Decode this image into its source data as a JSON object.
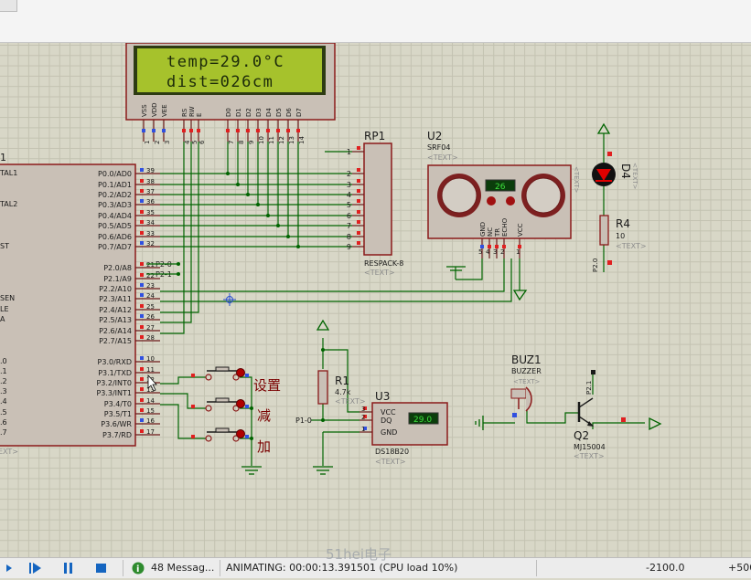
{
  "lcd": {
    "line1": "temp=29.0°C",
    "line2": "dist=026cm",
    "pins": [
      "VSS",
      "VDD",
      "VEE",
      "RS",
      "RW",
      "E",
      "D0",
      "D1",
      "D2",
      "D3",
      "D4",
      "D5",
      "D6",
      "D7"
    ],
    "pin_numbers": [
      "1",
      "2",
      "3",
      "4",
      "5",
      "6",
      "7",
      "8",
      "9",
      "10",
      "11",
      "12",
      "13",
      "14"
    ]
  },
  "mcu": {
    "ref_fragment": "1",
    "text": "EXT>",
    "left_pins": [
      {
        "label": "TAL1"
      },
      {
        "label": "TAL2"
      },
      {
        "label": "ST"
      },
      {
        "label": "SEN"
      },
      {
        "label": "LE"
      },
      {
        "label": "A"
      },
      {
        "label": ".0"
      },
      {
        "label": ".1"
      },
      {
        "label": ".2"
      },
      {
        "label": ".3"
      },
      {
        "label": ".4"
      },
      {
        "label": ".5"
      },
      {
        "label": ".6"
      },
      {
        "label": ".7"
      }
    ],
    "right_pins": [
      {
        "label": "P0.0/AD0",
        "num": "39"
      },
      {
        "label": "P0.1/AD1",
        "num": "38"
      },
      {
        "label": "P0.2/AD2",
        "num": "37"
      },
      {
        "label": "P0.3/AD3",
        "num": "36"
      },
      {
        "label": "P0.4/AD4",
        "num": "35"
      },
      {
        "label": "P0.5/AD5",
        "num": "34"
      },
      {
        "label": "P0.6/AD6",
        "num": "33"
      },
      {
        "label": "P0.7/AD7",
        "num": "32"
      },
      {
        "label": "P2.0/A8",
        "num": "21"
      },
      {
        "label": "P2.1/A9",
        "num": "22"
      },
      {
        "label": "P2.2/A10",
        "num": "23"
      },
      {
        "label": "P2.3/A11",
        "num": "24"
      },
      {
        "label": "P2.4/A12",
        "num": "25"
      },
      {
        "label": "P2.5/A13",
        "num": "26"
      },
      {
        "label": "P2.6/A14",
        "num": "27"
      },
      {
        "label": "P2.7/A15",
        "num": "28"
      },
      {
        "label": "P3.0/RXD",
        "num": "10"
      },
      {
        "label": "P3.1/TXD",
        "num": "11"
      },
      {
        "label": "P3.2/INT0",
        "num": "12"
      },
      {
        "label": "P3.3/INT1",
        "num": "13"
      },
      {
        "label": "P3.4/T0",
        "num": "14"
      },
      {
        "label": "P3.5/T1",
        "num": "15"
      },
      {
        "label": "P3.6/WR",
        "num": "16"
      },
      {
        "label": "P3.7/RD",
        "num": "17"
      }
    ],
    "net_p20": "P2-0",
    "net_p21": "P2-1"
  },
  "rp1": {
    "ref": "RP1",
    "type": "RESPACK-8",
    "text": "<TEXT>",
    "pins": [
      "1",
      "2",
      "3",
      "4",
      "5",
      "6",
      "7",
      "8",
      "9"
    ]
  },
  "u2": {
    "ref": "U2",
    "type": "SRF04",
    "text": "<TEXT>",
    "display": "26",
    "pins": [
      "GND",
      "NC",
      "TR",
      "ECHO",
      "VCC"
    ],
    "pin_numbers": [
      "5",
      "4",
      "3",
      "2",
      "1"
    ]
  },
  "d4": {
    "ref": "D4",
    "text": "<TEXT>",
    "pin_label": "P2.0"
  },
  "r4": {
    "ref": "R4",
    "value": "10",
    "text": "<TEXT>"
  },
  "r1": {
    "ref": "R1",
    "value": "4.7k",
    "text": "<TEXT>"
  },
  "u3": {
    "ref": "U3",
    "type": "DS18B20",
    "text": "<TEXT>",
    "display": "29.0",
    "pins": [
      "VCC",
      "DQ",
      "GND"
    ],
    "pin_numbers": [
      "3",
      "2",
      "1"
    ],
    "net": "P1-0"
  },
  "buz1": {
    "ref": "BUZ1",
    "type": "BUZZER",
    "text": "<TEXT>"
  },
  "q2": {
    "ref": "Q2",
    "type": "MJ15004",
    "text": "<TEXT>",
    "pin_label": "P2.1"
  },
  "buttons": {
    "set": "设置",
    "minus": "减",
    "plus": "加"
  },
  "statusbar": {
    "messages": "48 Messag...",
    "animating": "ANIMATING: 00:00:13.391501 (CPU load 10%)",
    "coord_x": "-2100.0",
    "coord_y": "+500",
    "watermark": "51hei电子"
  },
  "colors": {
    "wire": "#006400",
    "body": "#c9c0b6",
    "border": "#8b1a1a",
    "label": "#1a1a1a",
    "lcd_bg": "#a6c22c",
    "lcd_text": "#1c2a0a",
    "led": "#cc0000",
    "cn_text": "#7a0000",
    "ground_arrow": "#006400"
  }
}
